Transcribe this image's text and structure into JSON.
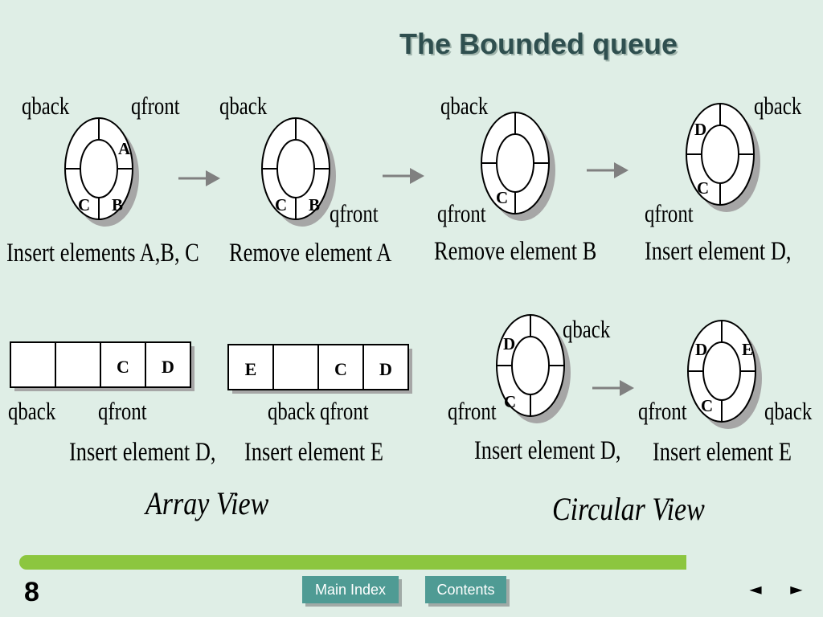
{
  "title": "The Bounded queue",
  "labels": {
    "qback": "qback",
    "qfront": "qfront"
  },
  "captions": {
    "insert_abc": "Insert elements A,B, C",
    "remove_a": "Remove element A",
    "remove_b": "Remove element B",
    "insert_d": "Insert element  D,",
    "insert_d_array": "Insert element  D,",
    "insert_e_array": "Insert  element E",
    "insert_d_circ": "Insert element  D,",
    "insert_e_circ": "Insert  element E"
  },
  "queues": {
    "q1": [
      "A",
      "B",
      "C"
    ],
    "q2": [
      "B",
      "C"
    ],
    "q3": [
      "C"
    ],
    "q4": [
      "D",
      "C"
    ],
    "q5": [
      "D",
      "C"
    ],
    "q6": [
      "D",
      "E",
      "C"
    ]
  },
  "arrays": {
    "a1": [
      "",
      "",
      "C",
      "D"
    ],
    "a2": [
      "E",
      "",
      "C",
      "D"
    ]
  },
  "views": {
    "array": "Array View",
    "circular": "Circular View"
  },
  "footer": {
    "slide_number": "8",
    "main_index": "Main Index",
    "contents": "Contents",
    "prev": "◄",
    "next": "►"
  },
  "colors": {
    "background": "#dfeee6",
    "title": "#2f4f4f",
    "footer_bar": "#8cc63f",
    "nav_button": "#4f9b94",
    "arrow": "#808080"
  }
}
